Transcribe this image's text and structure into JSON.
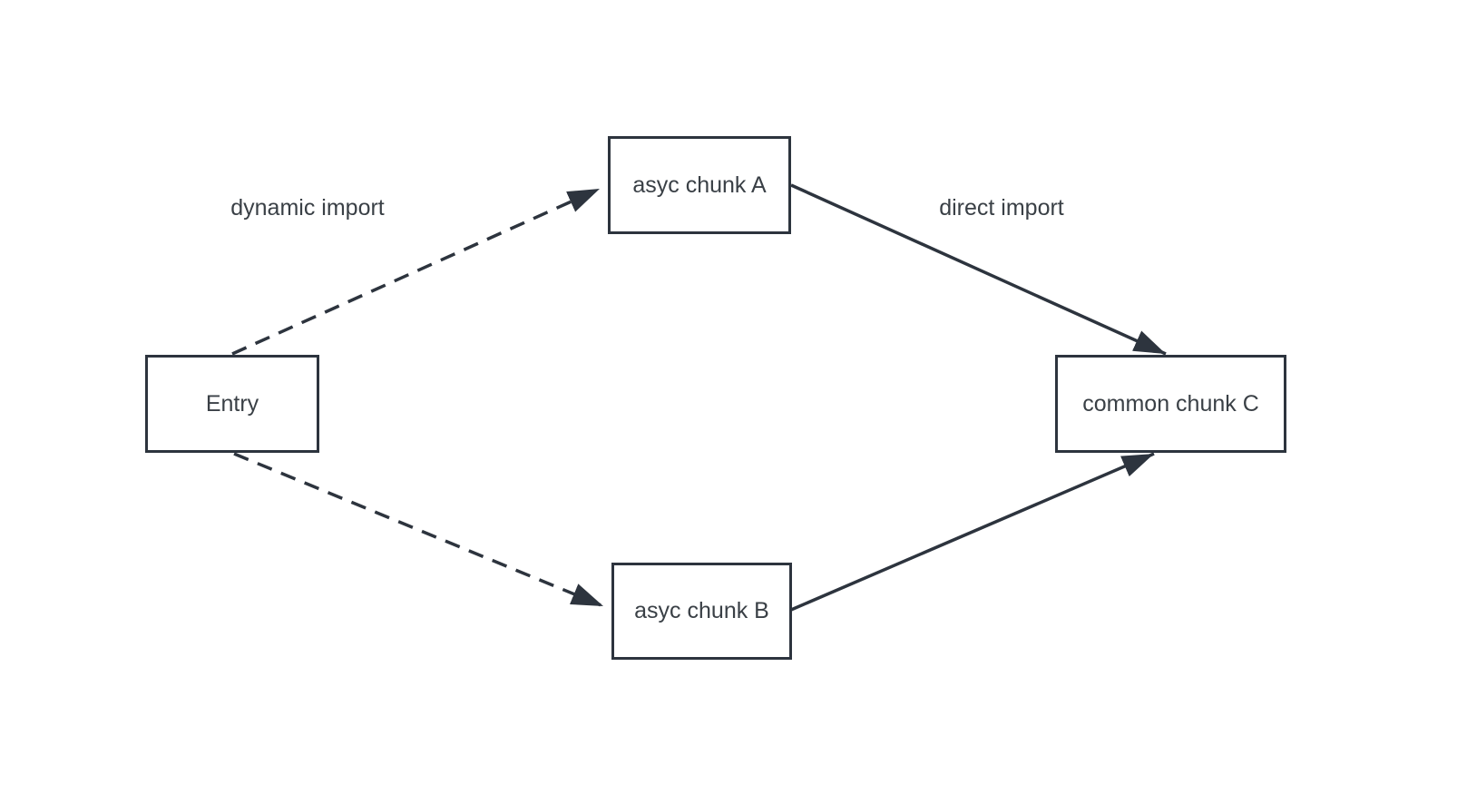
{
  "diagram": {
    "background_color": "#ffffff",
    "stroke_color": "#2d343e",
    "text_color": "#3a4046",
    "nodes": [
      {
        "id": "entry",
        "label": "Entry"
      },
      {
        "id": "async-chunk-a",
        "label": "asyc chunk A"
      },
      {
        "id": "async-chunk-b",
        "label": "asyc chunk B"
      },
      {
        "id": "common-chunk-c",
        "label": "common chunk C"
      }
    ],
    "edges": [
      {
        "from": "entry",
        "to": "async-chunk-a",
        "style": "dashed",
        "label": "dynamic import"
      },
      {
        "from": "entry",
        "to": "async-chunk-b",
        "style": "dashed",
        "label": ""
      },
      {
        "from": "async-chunk-a",
        "to": "common-chunk-c",
        "style": "solid",
        "label": "direct import"
      },
      {
        "from": "async-chunk-b",
        "to": "common-chunk-c",
        "style": "solid",
        "label": ""
      }
    ]
  }
}
